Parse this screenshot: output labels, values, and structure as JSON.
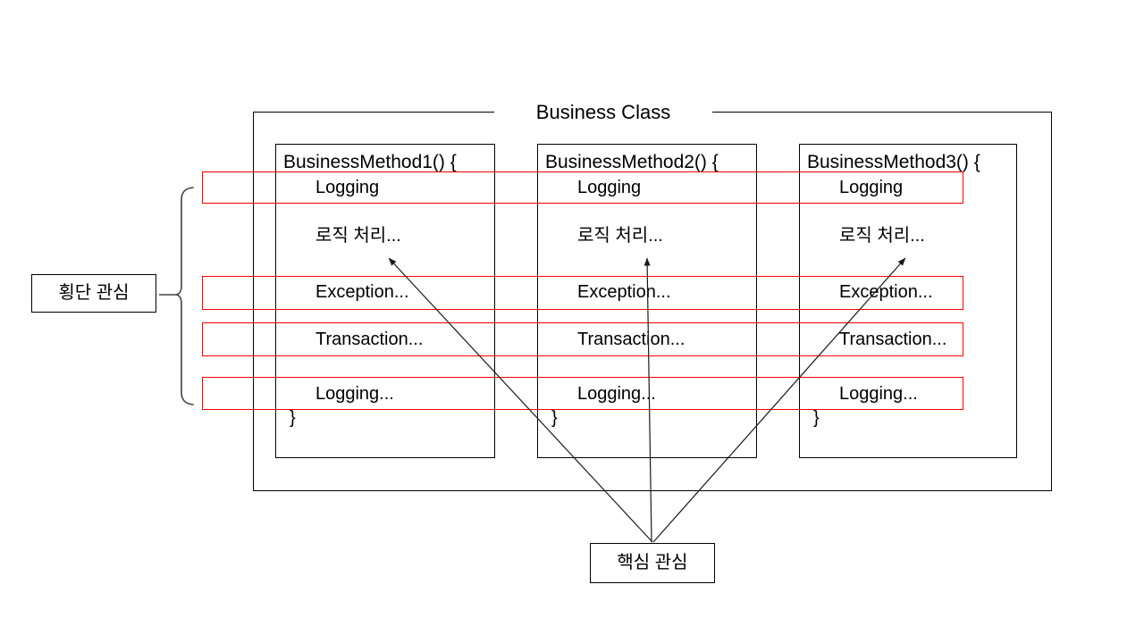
{
  "diagram": {
    "title": "Business Class",
    "cross_cutting_label": "횡단 관심",
    "core_label": "핵심 관심",
    "methods": [
      {
        "header": "BusinessMethod1() {",
        "logging_top": "Logging",
        "logic": "로직 처리...",
        "exception": "Exception...",
        "transaction": "Transaction...",
        "logging_bottom": "Logging...",
        "close_brace": "}"
      },
      {
        "header": "BusinessMethod2() {",
        "logging_top": "Logging",
        "logic": "로직 처리...",
        "exception": "Exception...",
        "transaction": "Transaction...",
        "logging_bottom": "Logging...",
        "close_brace": "}"
      },
      {
        "header": "BusinessMethod3() {",
        "logging_top": "Logging",
        "logic": "로직 처리...",
        "exception": "Exception...",
        "transaction": "Transaction...",
        "logging_bottom": "Logging...",
        "close_brace": "}"
      }
    ],
    "colors": {
      "highlight_red": "#ff0000",
      "line_black": "#000000",
      "brace_gray": "#404040"
    }
  }
}
